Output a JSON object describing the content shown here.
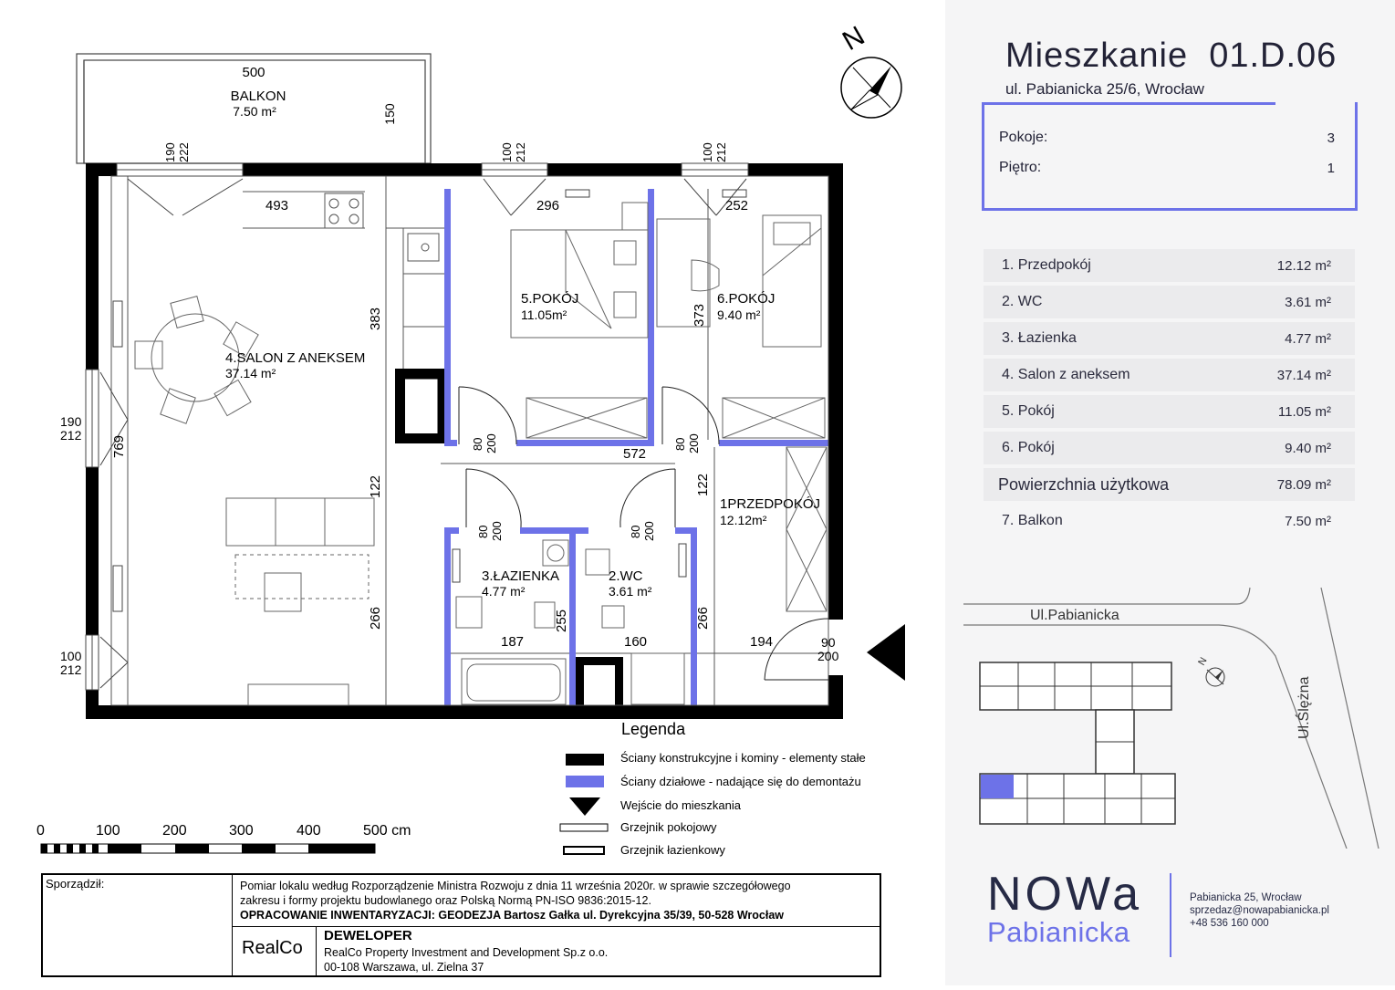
{
  "apartment": {
    "title": "Mieszkanie  01.D.06",
    "address": "ul. Pabianicka 25/6, Wrocław",
    "rooms_label": "Pokoje:",
    "rooms_value": "3",
    "floor_label": "Piętro:",
    "floor_value": "1"
  },
  "room_list": [
    {
      "label": "1.  Przedpokój",
      "value": "12.12 m²"
    },
    {
      "label": "2. WC",
      "value": "3.61 m²"
    },
    {
      "label": "3. Łazienka",
      "value": "4.77 m²"
    },
    {
      "label": "4. Salon z aneksem",
      "value": "37.14 m²"
    },
    {
      "label": "5. Pokój",
      "value": "11.05 m²"
    },
    {
      "label": "6. Pokój",
      "value": "9.40 m²"
    },
    {
      "label": "Powierzchnia użytkowa",
      "value": "78.09 m²"
    },
    {
      "label": "7. Balkon",
      "value": "7.50 m²"
    }
  ],
  "site_plan": {
    "street_1": "Ul.Pabianicka",
    "street_2": "Ul.Ślężna",
    "north": "N"
  },
  "brand": {
    "name_1": "NOWa",
    "name_2": "Pabianicka",
    "contact_1": "Pabianicka 25, Wrocław",
    "contact_2": "sprzedaz@nowapabianicka.pl",
    "contact_3": "+48 536 160 000"
  },
  "plan": {
    "north": "N",
    "balcony_name": "BALKON",
    "balcony_area": "7.50  m²",
    "balcony_width": "500",
    "balcony_depth": "150",
    "rooms": [
      {
        "name": "4.SALON Z ANEKSEM",
        "area": "37.14  m²"
      },
      {
        "name": "5.POKÓJ",
        "area": "11.05m²"
      },
      {
        "name": "6.POKÓJ",
        "area": "9.40   m²"
      },
      {
        "name": "1PRZEDPOKÓJ",
        "area": "12.12m²"
      },
      {
        "name": "3.ŁAZIENKA",
        "area": "4.77  m²"
      },
      {
        "name": "2.WC",
        "area": "3.61  m²"
      }
    ],
    "dims": [
      "493",
      "296",
      "252",
      "383",
      "373",
      "572",
      "122",
      "122",
      "266",
      "266",
      "187",
      "160",
      "194",
      "255",
      "769"
    ],
    "openings": [
      {
        "a": "190",
        "b": "222"
      },
      {
        "a": "100",
        "b": "212"
      },
      {
        "a": "100",
        "b": "212"
      },
      {
        "a": "190",
        "b": "212"
      },
      {
        "a": "100",
        "b": "212"
      },
      {
        "a": "80",
        "b": "200"
      },
      {
        "a": "80",
        "b": "200"
      },
      {
        "a": "80",
        "b": "200"
      },
      {
        "a": "80",
        "b": "200"
      },
      {
        "a": "90",
        "b": "200"
      }
    ]
  },
  "legend": {
    "title": "Legenda",
    "items": [
      "Ściany konstrukcyjne i kominy - elementy stałe",
      "Ściany działowe - nadające się do demontażu",
      "Wejście do mieszkania",
      "Grzejnik pokojowy",
      "Grzejnik łazienkowy"
    ]
  },
  "scale": {
    "ticks": [
      "0",
      "100",
      "200",
      "300",
      "400",
      "500 cm"
    ]
  },
  "stamp": {
    "prepared_label": "Sporządził:",
    "line_1": "Pomiar lokalu według Rozporządzenie Ministra Rozwoju z dnia 11 września 2020r. w sprawie szczegółowego",
    "line_2": "zakresu    i    formy    projektu    budowlanego    oraz    Polską    Normą    PN-ISO    9836:2015-12.",
    "line_3": "OPRACOWANIE INWENTARYZACJI: GEODEZJA Bartosz Gałka ul. Dyrekcyjna 35/39, 50-528 Wrocław",
    "company_logo": "RealCo",
    "developer_label": "DEWELOPER",
    "dev_1": "RealCo Property Investment and Development Sp.z o.o.",
    "dev_2": "00-108 Warszawa, ul. Zielna 37"
  },
  "colors": {
    "structural_wall": "#000000",
    "partition_wall": "#6d72e8",
    "brand_dark": "#262a45",
    "brand_accent": "#6d72e8"
  }
}
